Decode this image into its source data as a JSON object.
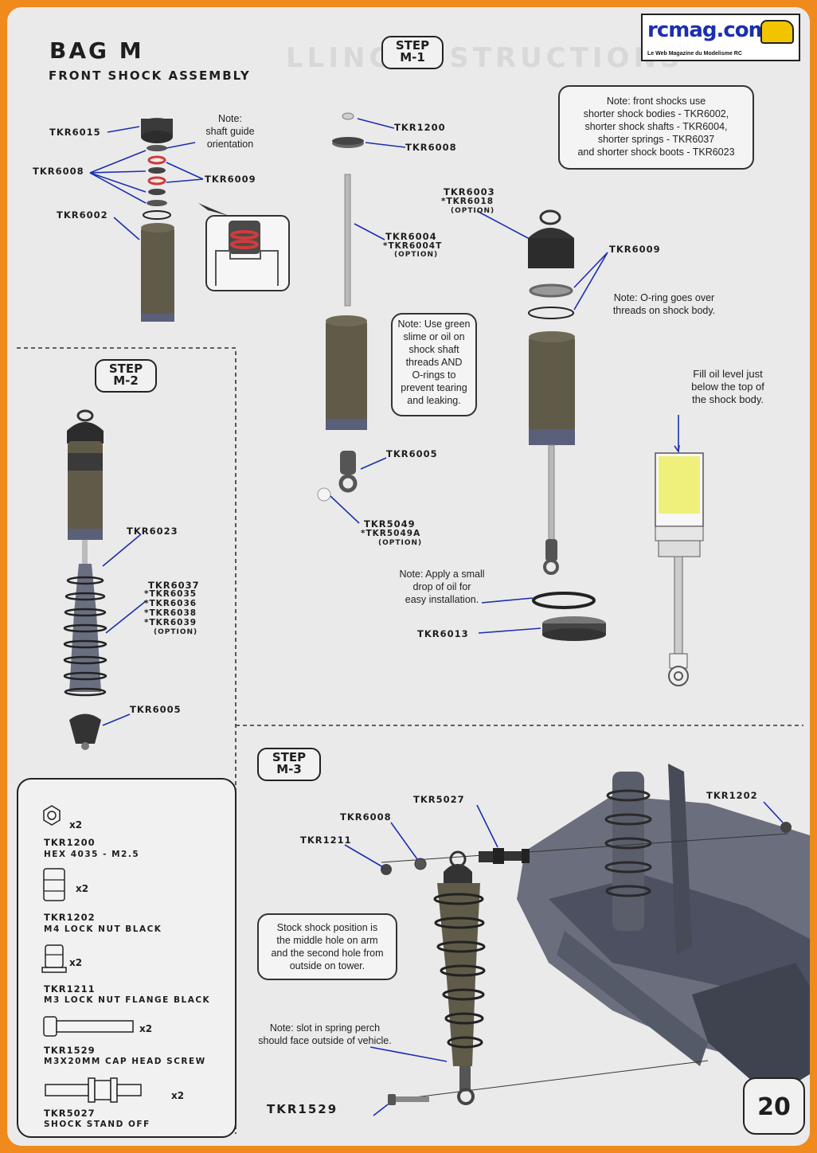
{
  "header": {
    "title": "Bag M",
    "subtitle": "Front Shock Assembly"
  },
  "logo": {
    "text": "rcmag.com",
    "tagline": "Le Web Magazine du Modelisme RC",
    "accent": "#1a2fb0"
  },
  "steps": {
    "m1": "Step\nM-1",
    "m2": "Step\nM-2",
    "m3": "Step\nM-3"
  },
  "step_m1": {
    "labels": {
      "tkr6015": "TKR6015",
      "tkr6008_left": "TKR6008",
      "tkr6009_left": "TKR6009",
      "tkr6002": "TKR6002",
      "tkr1200": "TKR1200",
      "tkr6008_top": "TKR6008",
      "tkr6004": "TKR6004",
      "tkr6004t": "*TKR6004T",
      "tkr6004_option": "(Option)",
      "tkr6003": "TKR6003",
      "tkr6018": "*TKR6018",
      "tkr6018_option": "(Option)",
      "tkr6009_right": "TKR6009",
      "tkr6005": "TKR6005",
      "tkr5049": "TKR5049",
      "tkr5049a": "*TKR5049A",
      "tkr5049_option": "(Option)",
      "tkr6013": "TKR6013"
    },
    "notes": {
      "shaft_guide": "Note:\nshaft guide\norientation",
      "front_shocks": "Note: front shocks use\nshorter shock bodies - TKR6002,\nshorter shock shafts - TKR6004,\nshorter springs - TKR6037\nand shorter shock boots - TKR6023",
      "green_slime": "Note: Use green\nslime or oil on\nshock shaft\nthreads AND\nO-rings to\nprevent tearing\nand leaking.",
      "oring": "Note: O-ring goes over\nthreads on shock body.",
      "fill_oil": "Fill oil level just\nbelow the top of\nthe shock body.",
      "drop_oil": "Note: Apply a small\ndrop of oil for\neasy installation."
    },
    "colors": {
      "oring_red": "#d23b3b",
      "oil_yellow": "#eef07a",
      "body_olive": "#5f5b48"
    }
  },
  "step_m2": {
    "labels": {
      "tkr6023": "TKR6023",
      "tkr6037": "TKR6037",
      "tkr6035": "*TKR6035",
      "tkr6036": "*TKR6036",
      "tkr6038": "*TKR6038",
      "tkr6039": "*TKR6039",
      "option": "(Option)",
      "tkr6005": "TKR6005"
    }
  },
  "step_m3": {
    "labels": {
      "tkr5027": "TKR5027",
      "tkr1202": "TKR1202",
      "tkr6008": "TKR6008",
      "tkr1211": "TKR1211",
      "tkr1529": "TKR1529"
    },
    "notes": {
      "stock_position": "Stock shock position is\nthe middle hole on arm\nand the second hole from\noutside on tower.",
      "slot": "Note: slot in spring perch\nshould face outside of vehicle."
    }
  },
  "hardware": [
    {
      "part": "TKR1200",
      "desc": "Hex 4035 - M2.5",
      "qty": "x2",
      "icon": "hex-nut-icon"
    },
    {
      "part": "TKR1202",
      "desc": "M4 Lock Nut Black",
      "qty": "x2",
      "icon": "lock-nut-icon"
    },
    {
      "part": "TKR1211",
      "desc": "M3 Lock Nut Flange Black",
      "qty": "x2",
      "icon": "flange-nut-icon"
    },
    {
      "part": "TKR1529",
      "desc": "M3x20mm Cap Head Screw",
      "qty": "x2",
      "icon": "cap-screw-icon"
    },
    {
      "part": "TKR5027",
      "desc": "Shock Stand Off",
      "qty": "x2",
      "icon": "standoff-icon"
    }
  ],
  "page_number": "20"
}
